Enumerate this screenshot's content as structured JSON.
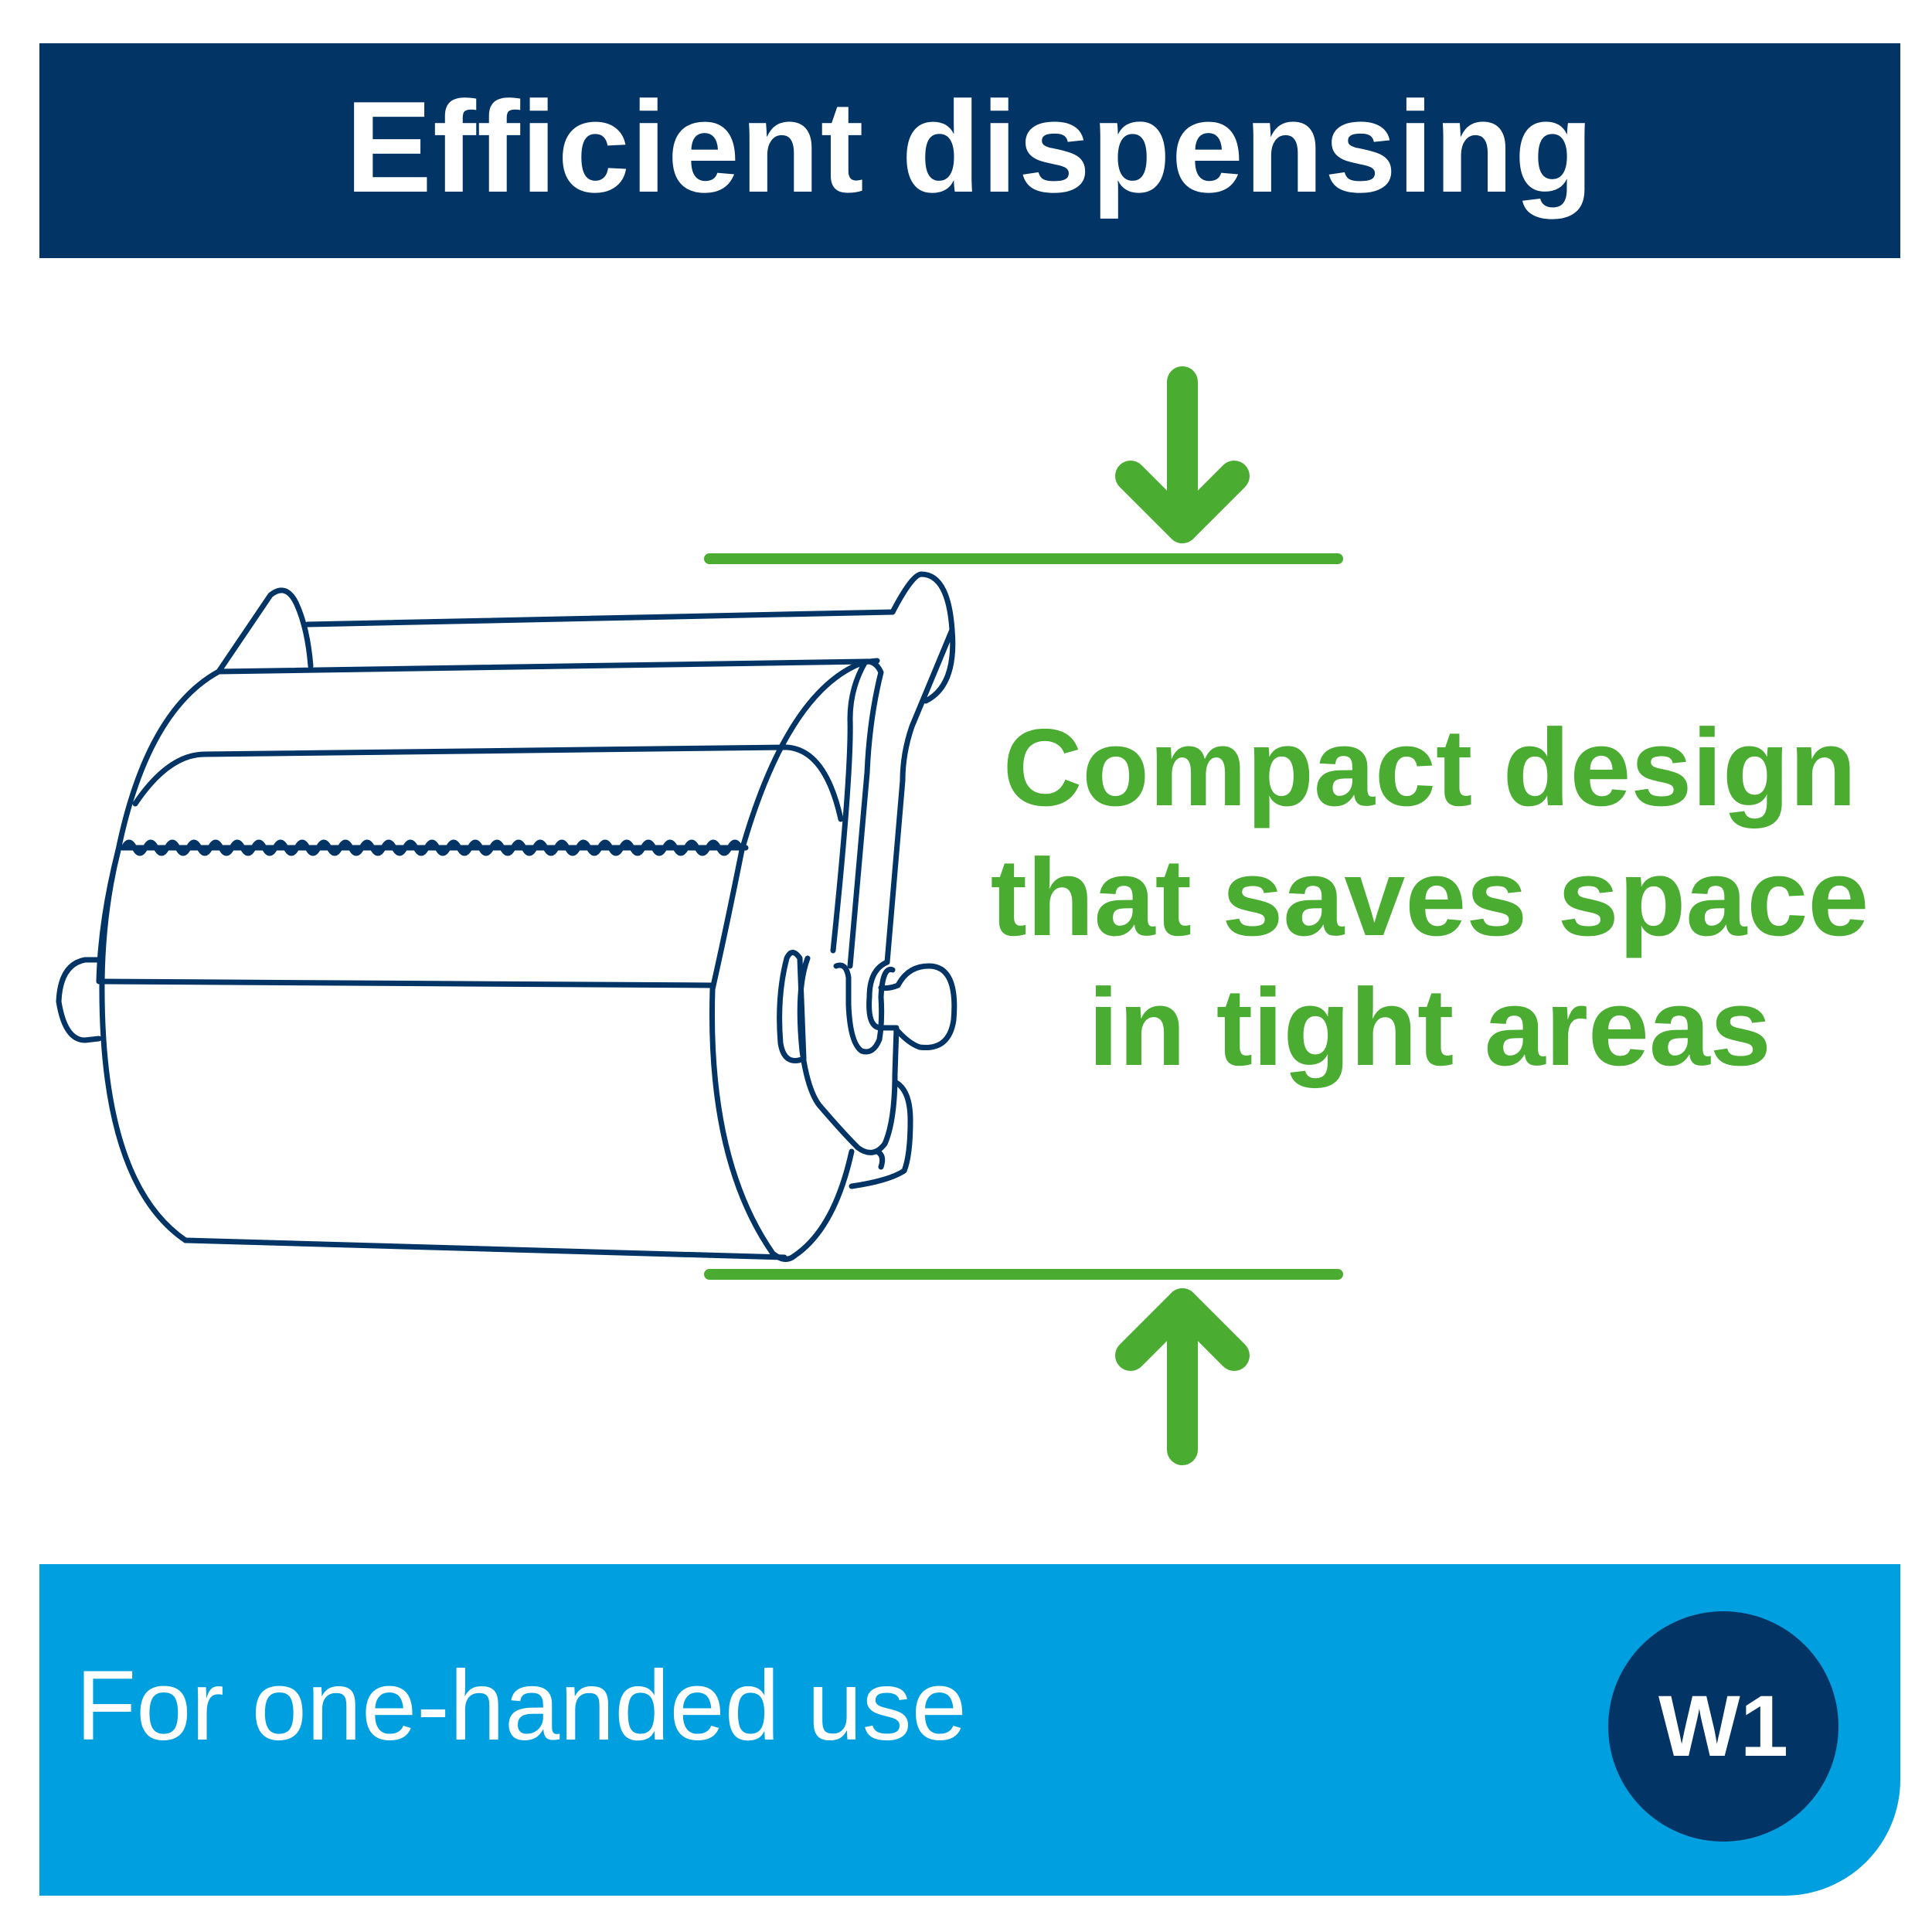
{
  "header": {
    "title": "Efficient dispensing"
  },
  "feature": {
    "lines": [
      "Compact design",
      "that saves space",
      "in tight areas"
    ]
  },
  "footer": {
    "text": "For one-handed use",
    "badge": "W1"
  },
  "illustration": {
    "subject": "dispenser-icon",
    "arrows": [
      "arrow-down-icon",
      "arrow-up-icon"
    ]
  },
  "colors": {
    "navy": "#033466",
    "green": "#4aad32",
    "cyan": "#00a0e0",
    "white": "#ffffff"
  }
}
